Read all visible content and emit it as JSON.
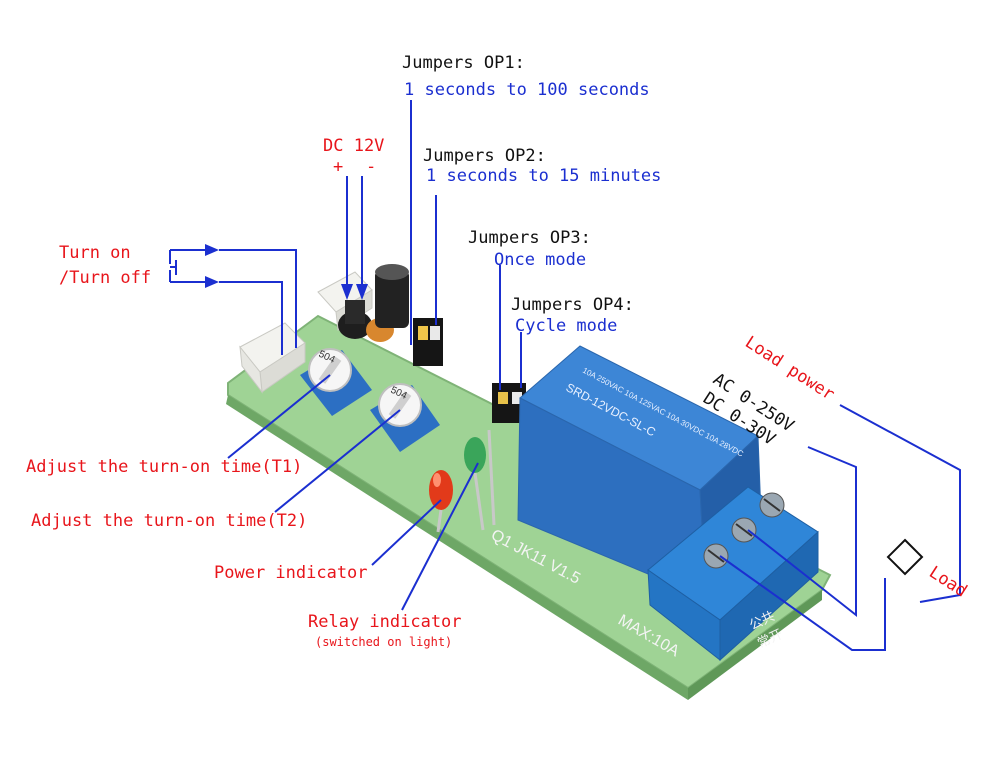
{
  "colors": {
    "annotation_red": "#e8151b",
    "annotation_blue": "#1b2fd0",
    "pcb_green": "#a9d9a0",
    "relay_blue": "#2f76c9",
    "terminal_blue": "#2a7fd0",
    "led_red": "#e23a1a",
    "led_green": "#3aa55a"
  },
  "labels": {
    "op1_title": "Jumpers OP1:",
    "op1_desc": "1 seconds to 100 seconds",
    "op2_title": "Jumpers OP2:",
    "op2_desc": "1 seconds to 15 minutes",
    "op3_title": "Jumpers OP3:",
    "op3_desc": "Once mode",
    "op4_title": "Jumpers OP4:",
    "op4_desc": "Cycle mode",
    "dc_power": "DC 12V",
    "plus": "+",
    "minus": "-",
    "turn_on": "Turn on",
    "turn_off": "/Turn off",
    "adjust_t1": "Adjust the turn-on time(T1)",
    "adjust_t2": "Adjust the turn-on time(T2)",
    "power_indicator": "Power indicator",
    "relay_indicator": "Relay indicator",
    "relay_indicator_note": "(switched on light)",
    "load_power": "Load power",
    "ac_range": "AC 0-250V",
    "dc_range": "DC 0-30V",
    "load": "Load"
  },
  "board_markings": {
    "board_id": "Q1  JK11  V1.5",
    "max_current": "MAX:10A",
    "relay_model": "SRD-12VDC-SL-C",
    "relay_rating": "10A 250VAC 10A 125VAC 10A 30VDC 10A 28VDC",
    "pot_left": "504",
    "pot_right": "504",
    "terminal_common": "公共",
    "terminal_no": "常开"
  }
}
